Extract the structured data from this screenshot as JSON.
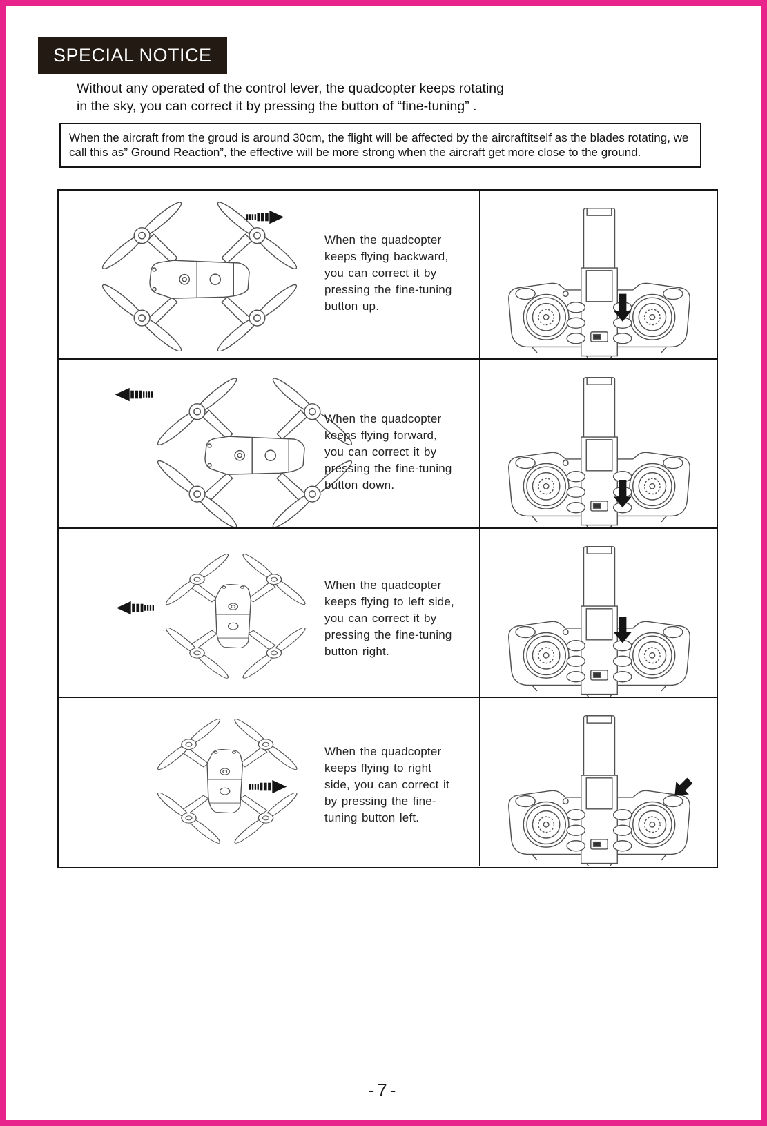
{
  "header": {
    "title": "SPECIAL NOTICE"
  },
  "intro": {
    "lines": [
      "Without any operated of the control lever, the quadcopter keeps rotating",
      "in the sky, you can correct it by pressing the button of  “fine-tuning” ."
    ]
  },
  "notice_box": {
    "text": "When the aircraft from the groud is around 30cm, the flight will be affected by the aircraftitself as the blades rotating, we call this as” Ground Reaction”, the effective will be more strong when the aircraft get more close to the ground."
  },
  "rows": [
    {
      "text": "When the quadcopter keeps flying backward, you can correct it by pressing the fine-tuning button up.",
      "drone_orientation": "horizontal-top-view",
      "drone_motion_arrow": "right",
      "controller_press_arrow": "down-onto-middle-trim-button"
    },
    {
      "text": "When the quadcopter keeps flying forward, you can correct it by pressing the fine-tuning button down.",
      "drone_orientation": "horizontal-top-view",
      "drone_motion_arrow": "left",
      "controller_press_arrow": "down-onto-bottom-trim-button"
    },
    {
      "text": "When the quadcopter keeps flying to left side, you can correct it by pressing the fine-tuning button right.",
      "drone_orientation": "vertical-top-view",
      "drone_motion_arrow": "left",
      "controller_press_arrow": "down-onto-top-trim-button"
    },
    {
      "text": "When the quadcopter keeps flying to right side, you can correct it by pressing the fine-tuning button left.",
      "drone_orientation": "vertical-top-view",
      "drone_motion_arrow": "right",
      "controller_press_arrow": "diagonal-onto-top-right-trim-button"
    }
  ],
  "footer": {
    "page_number": "-7-"
  },
  "colors": {
    "page_border": "#e9238c",
    "header_bg": "#231a14",
    "header_text": "#ffffff",
    "table_border": "#141414",
    "line_art": "#505050",
    "arrow_black": "#151515"
  }
}
